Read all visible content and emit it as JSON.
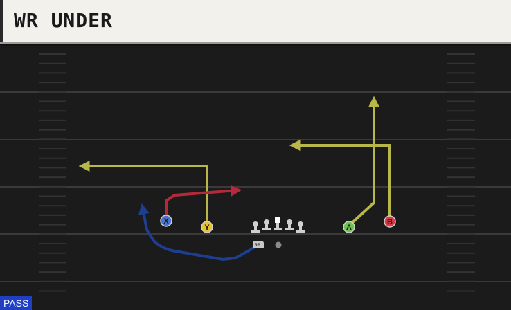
{
  "play": {
    "title": "WR UNDER",
    "type_badge": "PASS"
  },
  "colors": {
    "field": "#1b1b1b",
    "yard_line": "#3a3a3a",
    "route_yellow": "#b8b84a",
    "route_red": "#b52a3a",
    "route_blue": "#1e3f8f",
    "badge_blue": "#1f3fc4"
  },
  "players": {
    "x": {
      "label": "X",
      "color": "#4a74d4"
    },
    "y": {
      "label": "Y",
      "color": "#e8c22a"
    },
    "a": {
      "label": "A",
      "color": "#6cc24a"
    },
    "b": {
      "label": "B",
      "color": "#d93a46"
    },
    "rb": {
      "label": "RB",
      "color": "#c8c8c8"
    }
  },
  "icons": {
    "offensive_line": "lineman-icon",
    "center": "center-icon",
    "quarterback": "qb-dot-icon"
  }
}
